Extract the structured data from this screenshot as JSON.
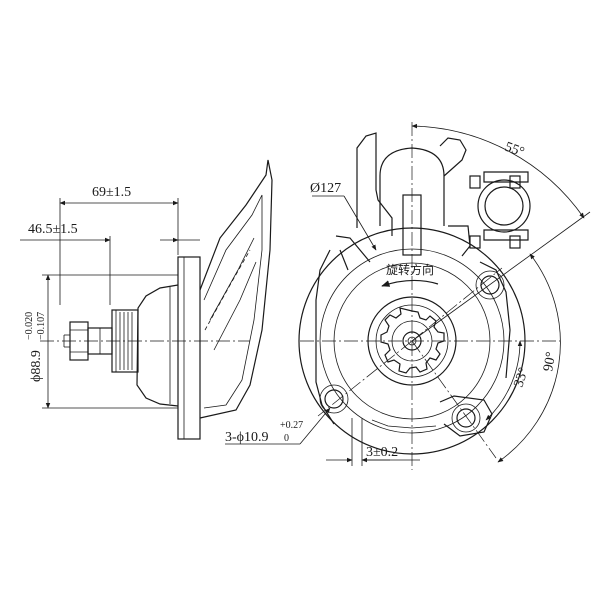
{
  "dimensions": {
    "length_69": "69±1.5",
    "length_46_5": "46.5±1.5",
    "dia_88_9_main": "ϕ88.9",
    "dia_88_9_tol_upper": "−0.020",
    "dia_88_9_tol_lower": "−0.107",
    "dia_127": "Ø127",
    "angle_55": "55°",
    "angle_90": "90°",
    "angle_33": "33°",
    "holes_main": "3-ϕ10.9",
    "holes_tol_upper": "+0.27",
    "holes_tol_lower": "0",
    "offset_3": "3±0.2"
  },
  "annotations": {
    "rotation_direction": "旋转方向"
  }
}
